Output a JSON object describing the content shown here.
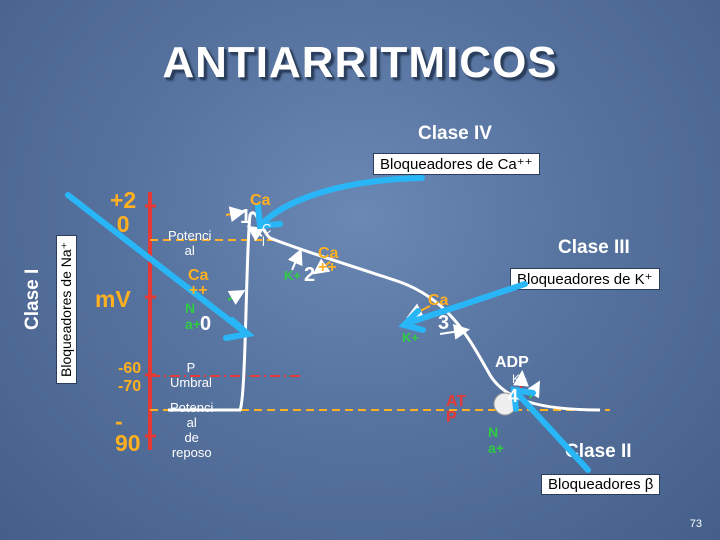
{
  "title": "ANTIARRITMICOS",
  "clase_iv": {
    "label": "Clase IV",
    "box": "Bloqueadores de Ca⁺⁺"
  },
  "clase_i": {
    "label": "Clase I",
    "box": "Bloqueadores de Na⁺"
  },
  "clase_iii": {
    "label": "Clase III",
    "box": "Bloqueadores de K⁺"
  },
  "clase_ii": {
    "label": "Clase II",
    "box": "Bloqueadores β"
  },
  "axis": {
    "unit": "mV",
    "top_value": "+2\n0",
    "threshold_value": "-60\n-70",
    "rest_value": "-\n90"
  },
  "annotations": {
    "potencial_0": "Potenci\nal",
    "ca_entry": "Ca\n++",
    "na_entry": "N\na+",
    "phase_0": "0",
    "p_umbral": "P\nUmbral",
    "potencial_reposo": "Potenci\nal\nde\nreposo",
    "phase_1_ca": "Ca",
    "phase_1": "1",
    "phase_1_c": "C\nl",
    "phase_2_k": "K+",
    "phase_2": "2",
    "phase_2_ca": "Ca\n++",
    "phase_3_ca": "Ca",
    "phase_3_k": "K+",
    "phase_3": "3",
    "adp": "ADP",
    "atp": "AT\nP",
    "phase_4": "4",
    "na_pump": "N\na+",
    "k_pump": "K+"
  },
  "page_number": "73",
  "colors": {
    "arrow": "#29b6f6",
    "curve": "#ffffff",
    "dashed": "#ffb020",
    "ion_orange": "#ffb020",
    "ion_green": "#2ecc40",
    "ion_red": "#e53935",
    "bar": "#e53935"
  }
}
